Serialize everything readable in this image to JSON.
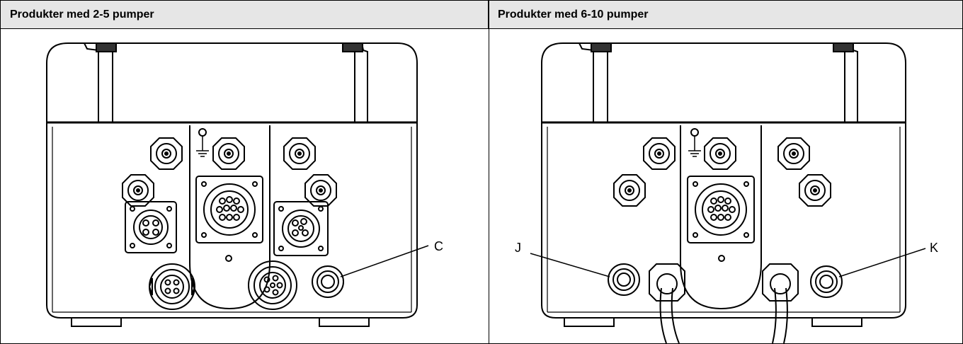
{
  "table": {
    "columns": [
      {
        "header": "Produkter med 2-5 pumper",
        "callouts": [
          "C"
        ]
      },
      {
        "header": "Produkter med 6-10 pumper",
        "callouts": [
          "J",
          "K"
        ]
      }
    ]
  }
}
